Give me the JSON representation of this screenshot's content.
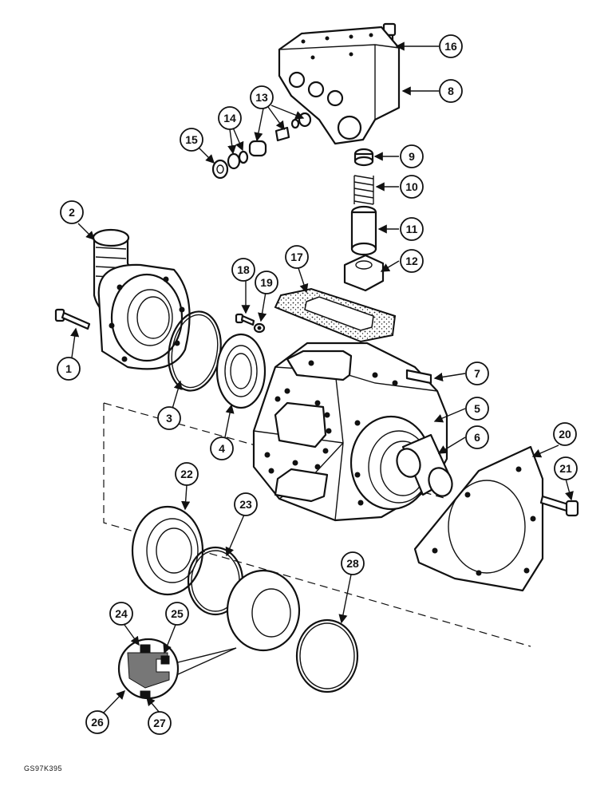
{
  "diagram": {
    "reference_code": "GS97K395",
    "callouts": [
      "1",
      "2",
      "3",
      "4",
      "5",
      "6",
      "7",
      "8",
      "9",
      "10",
      "11",
      "12",
      "13",
      "14",
      "15",
      "16",
      "17",
      "18",
      "19",
      "20",
      "21",
      "22",
      "23",
      "24",
      "25",
      "26",
      "27",
      "28"
    ]
  }
}
